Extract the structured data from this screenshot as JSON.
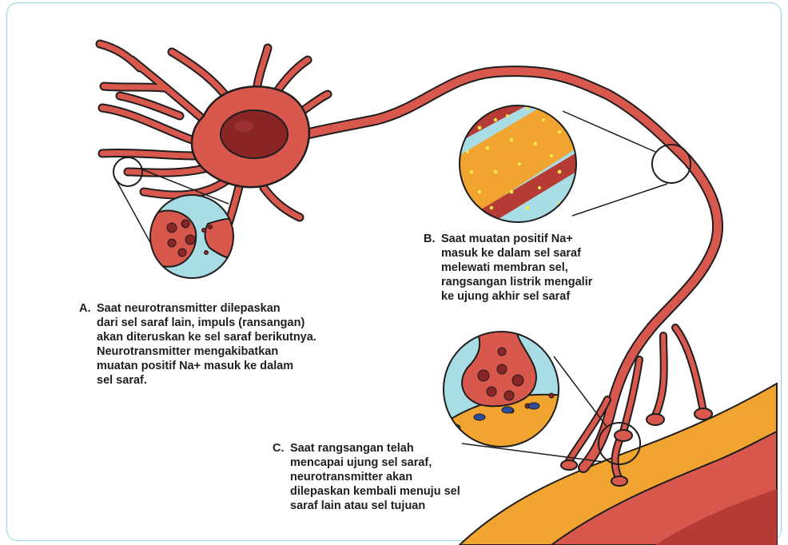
{
  "colors": {
    "neuron": "#d9584d",
    "neuron_dark": "#b53b34",
    "nucleus": "#8a2526",
    "lens_bg": "#a9dde6",
    "tissue_orange": "#f2a431",
    "receptor": "#2d4d9e",
    "frame_border": "#8fd3e6"
  },
  "labels": {
    "a": {
      "letter": "A.",
      "lines": [
        "Saat neurotransmitter dilepaskan",
        "dari sel saraf lain, impuls (ransangan)",
        "akan diteruskan ke sel saraf berikutnya.",
        "Neurotransmitter mengakibatkan",
        "muatan positif Na+ masuk ke dalam",
        "sel saraf."
      ]
    },
    "b": {
      "letter": "B.",
      "lines": [
        "Saat muatan positif Na+",
        "masuk ke dalam sel saraf",
        "melewati membran sel,",
        "rangsangan listrik mengalir",
        "ke ujung akhir sel saraf"
      ]
    },
    "c": {
      "letter": "C.",
      "lines": [
        "Saat rangsangan telah",
        "mencapai ujung sel saraf,",
        "neurotransmitter akan",
        "dilepaskan kembali menuju sel",
        "saraf lain atau sel tujuan"
      ]
    }
  }
}
